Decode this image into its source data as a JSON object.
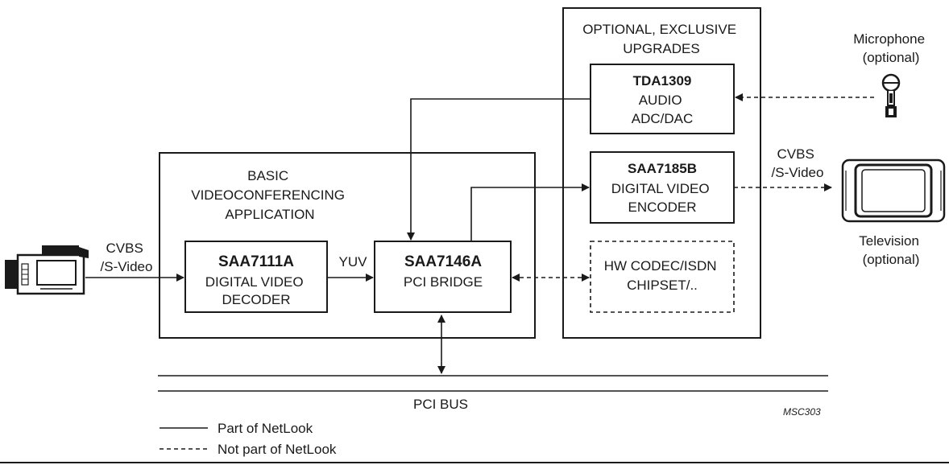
{
  "basic_region": {
    "title_lines": [
      "BASIC",
      "VIDEOCONFERENCING",
      "APPLICATION"
    ]
  },
  "optional_region": {
    "title_lines": [
      "OPTIONAL, EXCLUSIVE",
      "UPGRADES"
    ]
  },
  "blocks": {
    "saa7111a": {
      "name": "SAA7111A",
      "lines": [
        "DIGITAL VIDEO",
        "DECODER"
      ]
    },
    "saa7146a": {
      "name": "SAA7146A",
      "lines": [
        "PCI BRIDGE"
      ]
    },
    "tda1309": {
      "name": "TDA1309",
      "lines": [
        "AUDIO",
        "ADC/DAC"
      ]
    },
    "saa7185b": {
      "name": "SAA7185B",
      "lines": [
        "DIGITAL VIDEO",
        "ENCODER"
      ]
    },
    "hw_codec": {
      "lines": [
        "HW CODEC/ISDN",
        "CHIPSET/.."
      ]
    }
  },
  "signals": {
    "camera_in": [
      "CVBS",
      "/S-Video"
    ],
    "yuv": "YUV",
    "tv_out": [
      "CVBS",
      "/S-Video"
    ]
  },
  "devices": {
    "microphone": [
      "Microphone",
      "(optional)"
    ],
    "television": [
      "Television",
      "(optional)"
    ]
  },
  "bus": {
    "label": "PCI BUS"
  },
  "figure_code": "MSC303",
  "legend": {
    "solid": "Part of NetLook",
    "dashed": "Not part of NetLook"
  },
  "colors": {
    "ink": "#1a1a1a",
    "background": "#ffffff"
  },
  "icons": [
    "camcorder-icon",
    "microphone-icon",
    "television-icon"
  ]
}
